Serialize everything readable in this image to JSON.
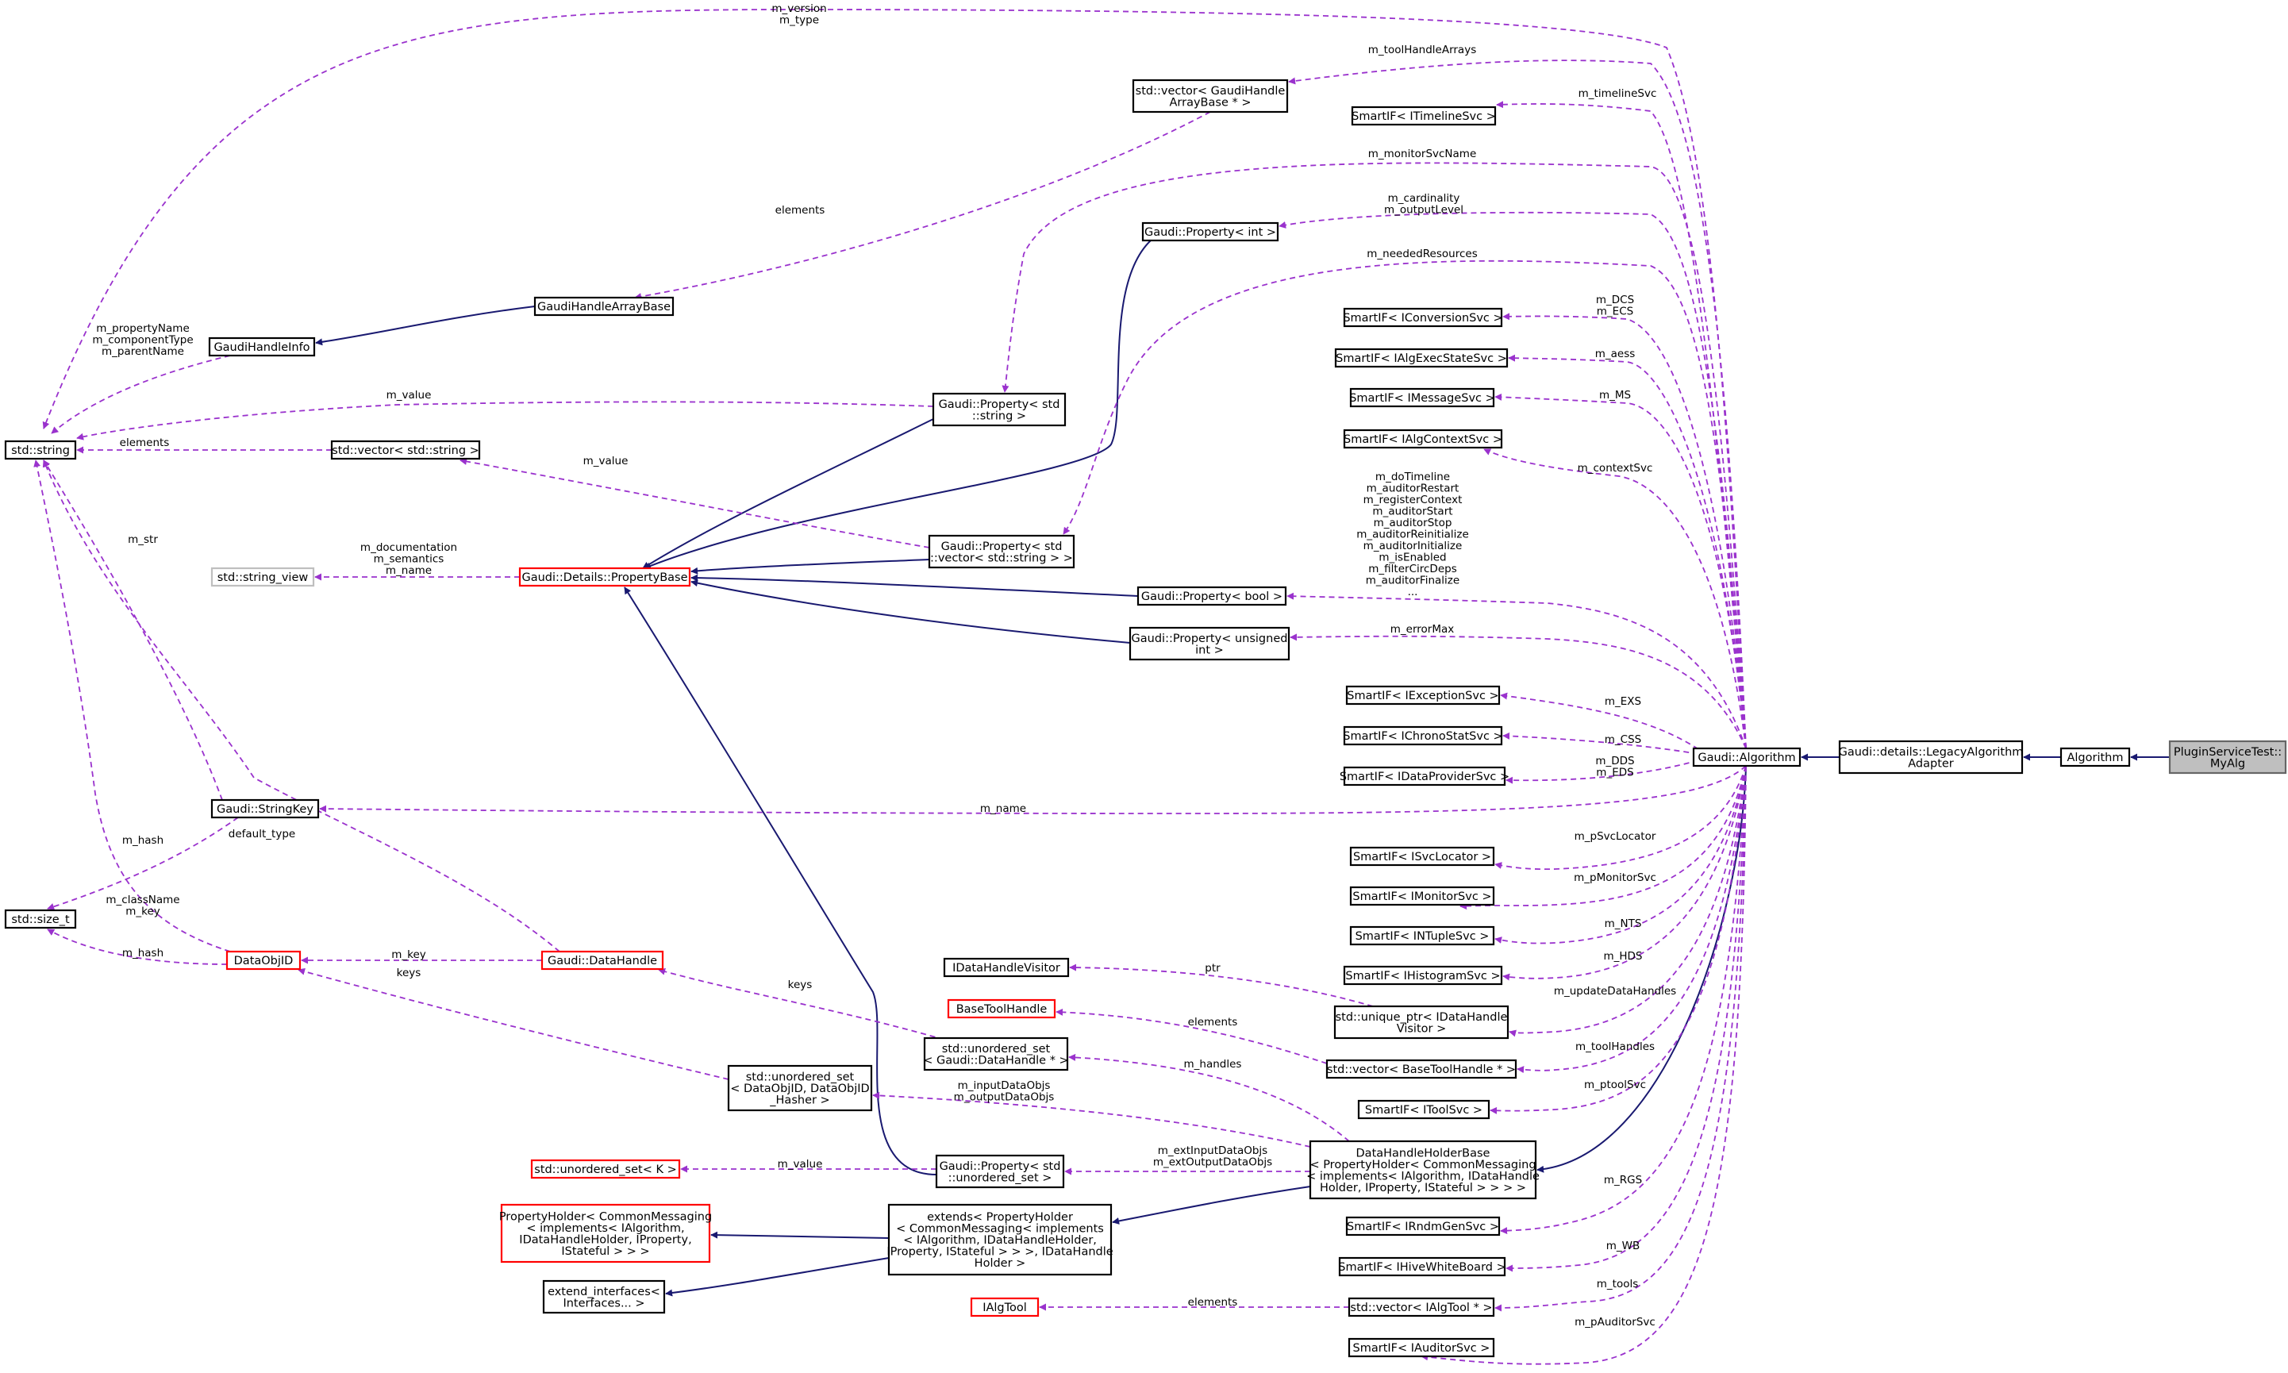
{
  "colors": {
    "inheritance_edge": "#191970",
    "usage_edge": "#9a32cd",
    "node_border": "#000000",
    "incomplete_node_border": "#ff0000",
    "external_node_border": "#bfbfbf",
    "focus_node_fill": "#bfbfbf"
  },
  "nodes": {
    "plugin_myalg": [
      "PluginServiceTest::",
      "MyAlg"
    ],
    "algorithm": [
      "Algorithm"
    ],
    "legacy_adapter": [
      "Gaudi::details::LegacyAlgorithm",
      "Adapter"
    ],
    "gaudi_algorithm": [
      "Gaudi::Algorithm"
    ],
    "std_string": [
      "std::string"
    ],
    "std_size_t": [
      "std::size_t"
    ],
    "std_string_view": [
      "std::string_view"
    ],
    "gaudi_stringkey": [
      "Gaudi::StringKey"
    ],
    "dataobjid": [
      "DataObjID"
    ],
    "gaudi_datahandle": [
      "Gaudi::DataHandle"
    ],
    "gaudihandleinfo": [
      "GaudiHandleInfo"
    ],
    "vector_string": [
      "std::vector< std::string >"
    ],
    "property_base": [
      "Gaudi::Details::PropertyBase"
    ],
    "gaudihandlearraybase": [
      "GaudiHandleArrayBase"
    ],
    "vector_gaudihandle": [
      "std::vector< GaudiHandle",
      "ArrayBase * >"
    ],
    "property_int": [
      "Gaudi::Property< int >"
    ],
    "property_string": [
      "Gaudi::Property< std",
      "::string >"
    ],
    "property_vector_string": [
      "Gaudi::Property< std",
      "::vector< std::string > >"
    ],
    "property_bool": [
      "Gaudi::Property< bool >"
    ],
    "property_unsigned": [
      "Gaudi::Property< unsigned",
      "int >"
    ],
    "unordered_set_dataobjid": [
      "std::unordered_set",
      "< DataObjID, DataObjID",
      "_Hasher >"
    ],
    "unordered_set_datahandle": [
      "std::unordered_set",
      "< Gaudi::DataHandle * >"
    ],
    "property_unordered_set": [
      "Gaudi::Property< std",
      "::unordered_set >"
    ],
    "unordered_set_k": [
      "std::unordered_set< K >"
    ],
    "idatahandlevisitor": [
      "IDataHandleVisitor"
    ],
    "basetoolhandle": [
      "BaseToolHandle"
    ],
    "extends_propertyholder": [
      "extends< PropertyHolder",
      "< CommonMessaging< implements",
      "< IAlgorithm, IDataHandleHolder,",
      "IProperty, IStateful > > >, IDataHandle",
      "Holder >"
    ],
    "propertyholder": [
      "PropertyHolder< CommonMessaging",
      "< implements< IAlgorithm,",
      "IDataHandleHolder, IProperty,",
      "IStateful > > >"
    ],
    "extend_interfaces": [
      "extend_interfaces<",
      "Interfaces... >"
    ],
    "ialgtool": [
      "IAlgTool"
    ],
    "datahandleholderbase": [
      "DataHandleHolderBase",
      "< PropertyHolder< CommonMessaging",
      "< implements< IAlgorithm, IDataHandle",
      "Holder, IProperty, IStateful > > > >"
    ],
    "unique_ptr_visitor": [
      "std::unique_ptr< IDataHandle",
      "Visitor >"
    ],
    "vector_basetoolhandle": [
      "std::vector< BaseToolHandle * >"
    ],
    "vector_ialgtool": [
      "std::vector< IAlgTool * >"
    ],
    "smartif_timeline": [
      "SmartIF< ITimelineSvc >"
    ],
    "smartif_conversion": [
      "SmartIF< IConversionSvc >"
    ],
    "smartif_algexecstate": [
      "SmartIF< IAlgExecStateSvc >"
    ],
    "smartif_message": [
      "SmartIF< IMessageSvc >"
    ],
    "smartif_algcontext": [
      "SmartIF< IAlgContextSvc >"
    ],
    "smartif_exception": [
      "SmartIF< IExceptionSvc >"
    ],
    "smartif_chronostat": [
      "SmartIF< IChronoStatSvc >"
    ],
    "smartif_dataprovider": [
      "SmartIF< IDataProviderSvc >"
    ],
    "smartif_svclocator": [
      "SmartIF< ISvcLocator >"
    ],
    "smartif_monitor": [
      "SmartIF< IMonitorSvc >"
    ],
    "smartif_ntuple": [
      "SmartIF< INTupleSvc >"
    ],
    "smartif_histogram": [
      "SmartIF< IHistogramSvc >"
    ],
    "smartif_tool": [
      "SmartIF< IToolSvc >"
    ],
    "smartif_rndmgen": [
      "SmartIF< IRndmGenSvc >"
    ],
    "smartif_hivewhiteboard": [
      "SmartIF< IHiveWhiteBoard >"
    ],
    "smartif_auditor": [
      "SmartIF< IAuditorSvc >"
    ]
  },
  "edge_labels": {
    "version_type": [
      "m_version",
      "m_type"
    ],
    "tool_handle_arrays": [
      "m_toolHandleArrays"
    ],
    "timeline_svc": [
      "m_timelineSvc"
    ],
    "monitor_svc_name": [
      "m_monitorSvcName"
    ],
    "cardinality_outputlevel": [
      "m_cardinality",
      "m_outputLevel"
    ],
    "needed_resources": [
      "m_neededResources"
    ],
    "dcs_ecs": [
      "m_DCS",
      "m_ECS"
    ],
    "aess": [
      "m_aess"
    ],
    "ms": [
      "m_MS"
    ],
    "context_svc": [
      "m_contextSvc"
    ],
    "bool_properties": [
      "m_doTimeline",
      "m_auditorRestart",
      "m_registerContext",
      "m_auditorStart",
      "m_auditorStop",
      "m_auditorReinitialize",
      "m_auditorInitialize",
      "m_isEnabled",
      "m_filterCircDeps",
      "m_auditorFinalize",
      "..."
    ],
    "error_max": [
      "m_errorMax"
    ],
    "exs": [
      "m_EXS"
    ],
    "css": [
      "m_CSS"
    ],
    "dds_eds": [
      "m_DDS",
      "m_EDS"
    ],
    "name": [
      "m_name"
    ],
    "psvclocator": [
      "m_pSvcLocator"
    ],
    "pmonitorsvc": [
      "m_pMonitorSvc"
    ],
    "nts": [
      "m_NTS"
    ],
    "hds": [
      "m_HDS"
    ],
    "update_datahandles": [
      "m_updateDataHandles"
    ],
    "toolhandles": [
      "m_toolHandles"
    ],
    "ptoolsvc": [
      "m_ptoolSvc"
    ],
    "rgs": [
      "m_RGS"
    ],
    "wb": [
      "m_WB"
    ],
    "tools": [
      "m_tools"
    ],
    "pauditorsvc": [
      "m_pAuditorSvc"
    ],
    "elements_handlearray": [
      "elements"
    ],
    "handleinfo_names": [
      "m_propertyName",
      "m_componentType",
      "m_parentName"
    ],
    "value_string": [
      "m_value"
    ],
    "elements_vector_string": [
      "elements"
    ],
    "value_vector": [
      "m_value"
    ],
    "documentation": [
      "m_documentation",
      "m_semantics",
      "m_name"
    ],
    "str": [
      "m_str"
    ],
    "hash_stringkey": [
      "m_hash"
    ],
    "default_type": [
      "default_type"
    ],
    "classname_key": [
      "m_className",
      "m_key"
    ],
    "hash_dataobjid": [
      "m_hash"
    ],
    "key": [
      "m_key"
    ],
    "keys_datahandle": [
      "keys"
    ],
    "keys_dataobjid": [
      "keys"
    ],
    "ptr": [
      "ptr"
    ],
    "elements_basetool": [
      "elements"
    ],
    "handles": [
      "m_handles"
    ],
    "input_output": [
      "m_inputDataObjs",
      "m_outputDataObjs"
    ],
    "ext_input_output": [
      "m_extInputDataObjs",
      "m_extOutputDataObjs"
    ],
    "value_unordered": [
      "m_value"
    ],
    "elements_ialgtool": [
      "elements"
    ]
  }
}
